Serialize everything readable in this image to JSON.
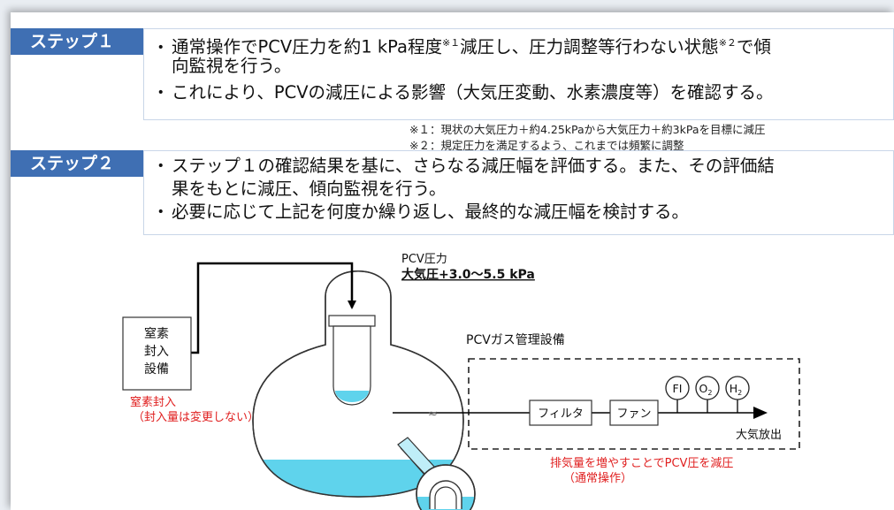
{
  "step1": {
    "label": "ステップ１",
    "bullet": "・",
    "b1_part1": "通常操作でPCV圧力を約1 kPa程度",
    "b1_sup1": "※１",
    "b1_part2": "減圧し、圧力調整等行わない状態",
    "b1_sup2": "※２",
    "b1_part3": "で傾",
    "b1_line2": "向監視を行う。",
    "b2": "これにより、PCVの減圧による影響（大気圧変動、水素濃度等）を確認する。"
  },
  "notes": {
    "n1": "※１：現状の大気圧力＋約4.25kPaから大気圧力＋約3kPaを目標に減圧",
    "n2": "※２：規定圧力を満足するよう、これまでは頻繁に調整"
  },
  "step2": {
    "label": "ステップ２",
    "bullet": "・",
    "b1_line1": "ステップ１の確認結果を基に、さらなる減圧幅を評価する。また、その評価結",
    "b1_line2": "果をもとに減圧、傾向監視を行う。",
    "b2": "必要に応じて上記を何度か繰り返し、最終的な減圧幅を検討する。"
  },
  "diagram": {
    "pcv_label": "PCV圧力",
    "pcv_value": "大気圧+3.0～5.5 kPa",
    "nitrogen_box": [
      "窒素",
      "封入",
      "設備"
    ],
    "nitrogen_note": [
      "窒素封入",
      "（封入量は変更しない）"
    ],
    "gas_system_label": "PCVガス管理設備",
    "filter": "フィルタ",
    "fan": "ファン",
    "instruments": {
      "fi": "FI",
      "o2": "O",
      "o2_sub": "2",
      "h2": "H",
      "h2_sub": "2"
    },
    "exhaust": "大気放出",
    "reduce_note": [
      "排気量を増やすことでPCV圧を減圧",
      "（通常操作）"
    ],
    "colors": {
      "step_label": "#3f6fb3",
      "red_text": "#e02020",
      "water": "#5fd3ec"
    }
  }
}
